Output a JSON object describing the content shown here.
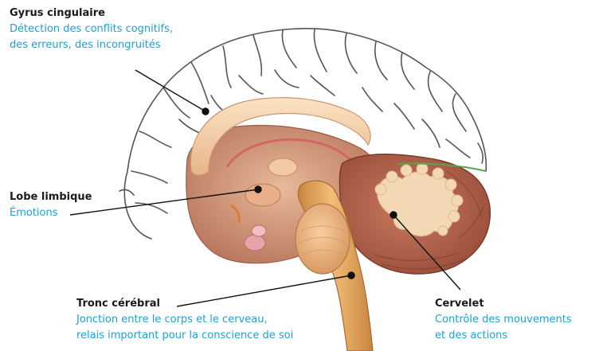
{
  "labels": {
    "gyrus": {
      "title": "Gyrus cingulaire",
      "line1": "Détection des conflits cognitifs,",
      "line2": "des erreurs, des incongruités"
    },
    "lobe": {
      "title": "Lobe limbique",
      "line1": "Émotions"
    },
    "tronc": {
      "title": "Tronc cérébral",
      "line1": "Jonction entre le corps et le cerveau,",
      "line2": "relais important pour la conscience de soi"
    },
    "cervelet": {
      "title": "Cervelet",
      "line1": "Contrôle des mouvements",
      "line2": "et des actions"
    }
  },
  "colors": {
    "title_text": "#1a1a1a",
    "description_text": "#1ba1d8",
    "brain_outline": "#555555",
    "tissue": "#d9a382",
    "brainstem": "#e0a458",
    "cerebellum": "#b86a52",
    "arbor_vitae": "#f3d8b5"
  }
}
